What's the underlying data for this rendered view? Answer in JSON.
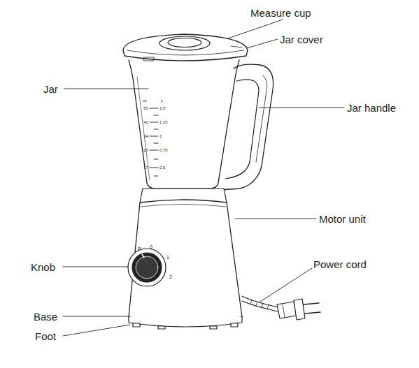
{
  "diagram": {
    "labels": [
      "Measure cup",
      "Jar cover",
      "Jar",
      "Jar handle",
      "Motor unit",
      "Knob",
      "Power cord",
      "Base",
      "Foot",
      "oz",
      "L",
      "50",
      "1.5",
      "42",
      "1.25",
      "34",
      "1",
      "25",
      "0.75",
      "17",
      "0.5",
      "P",
      "0",
      "1",
      "2"
    ]
  }
}
